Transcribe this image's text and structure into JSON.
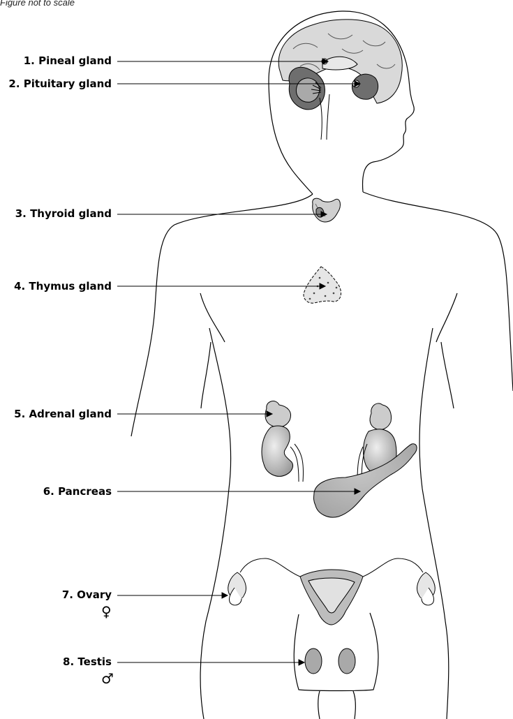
{
  "caption": "Figure not to scale",
  "labels": [
    {
      "id": "pineal",
      "text": "1. Pineal gland"
    },
    {
      "id": "pituitary",
      "text": "2. Pituitary gland"
    },
    {
      "id": "thyroid",
      "text": "3. Thyroid gland"
    },
    {
      "id": "thymus",
      "text": "4. Thymus gland"
    },
    {
      "id": "adrenal",
      "text": "5. Adrenal gland"
    },
    {
      "id": "pancreas",
      "text": "6. Pancreas"
    },
    {
      "id": "ovary",
      "text": "7. Ovary"
    },
    {
      "id": "testis",
      "text": "8. Testis"
    }
  ],
  "symbols": {
    "female": "♀",
    "male": "♂"
  },
  "colors": {
    "line": "#000000",
    "organ_light": "#cfcfcf",
    "organ_mid": "#a9a9a9",
    "organ_dark": "#6e6e6e",
    "background": "#ffffff"
  }
}
